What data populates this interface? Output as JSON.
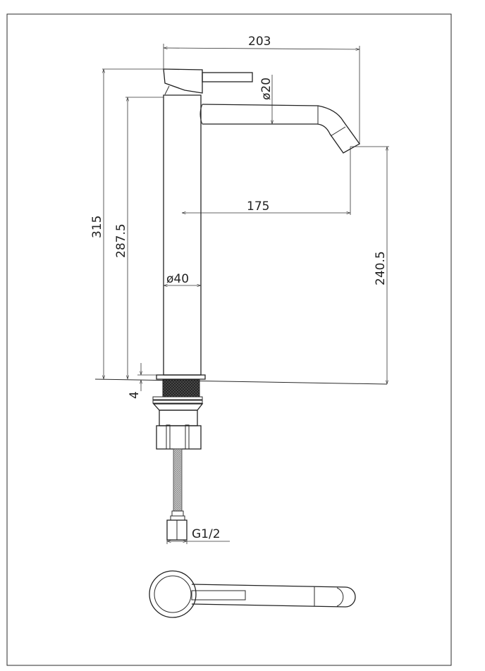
{
  "drawing": {
    "dimensions": {
      "overall_width": "203",
      "overall_height": "315",
      "body_height": "287.5",
      "spout_diameter": "ø20",
      "spout_reach": "175",
      "spout_outlet_height": "240.5",
      "body_diameter": "ø40",
      "base_thickness": "4",
      "connection_thread": "G1/2"
    },
    "line_color": "#222222",
    "background_color": "#ffffff"
  }
}
